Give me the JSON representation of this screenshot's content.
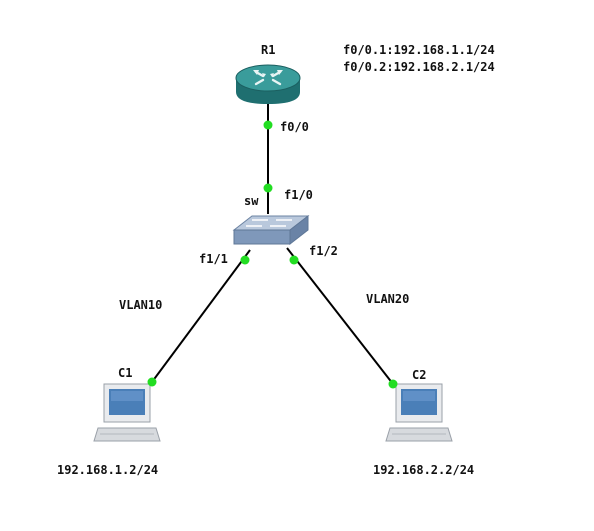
{
  "devices": {
    "router": {
      "name": "R1",
      "icon": "router-icon"
    },
    "switch": {
      "name": "sw",
      "icon": "switch-icon"
    },
    "pc1": {
      "name": "C1",
      "ip": "192.168.1.2/24",
      "icon": "pc-icon"
    },
    "pc2": {
      "name": "C2",
      "ip": "192.168.2.2/24",
      "icon": "pc-icon"
    }
  },
  "router_config": [
    "f0/0.1:192.168.1.1/24",
    "f0/0.2:192.168.2.1/24"
  ],
  "links": [
    {
      "a": "R1",
      "a_port": "f0/0",
      "b": "sw",
      "b_port": "f1/0"
    },
    {
      "a": "sw",
      "a_port": "f1/1",
      "b": "C1",
      "b_port": "",
      "vlan": "VLAN10"
    },
    {
      "a": "sw",
      "a_port": "f1/2",
      "b": "C2",
      "b_port": "",
      "vlan": "VLAN20"
    }
  ],
  "colors": {
    "link": "#000000",
    "port_dot": "#22dd22",
    "router_body": "#2f8a8a",
    "switch_body": "#8fa6c4",
    "pc_screen": "#4a7fb8"
  }
}
